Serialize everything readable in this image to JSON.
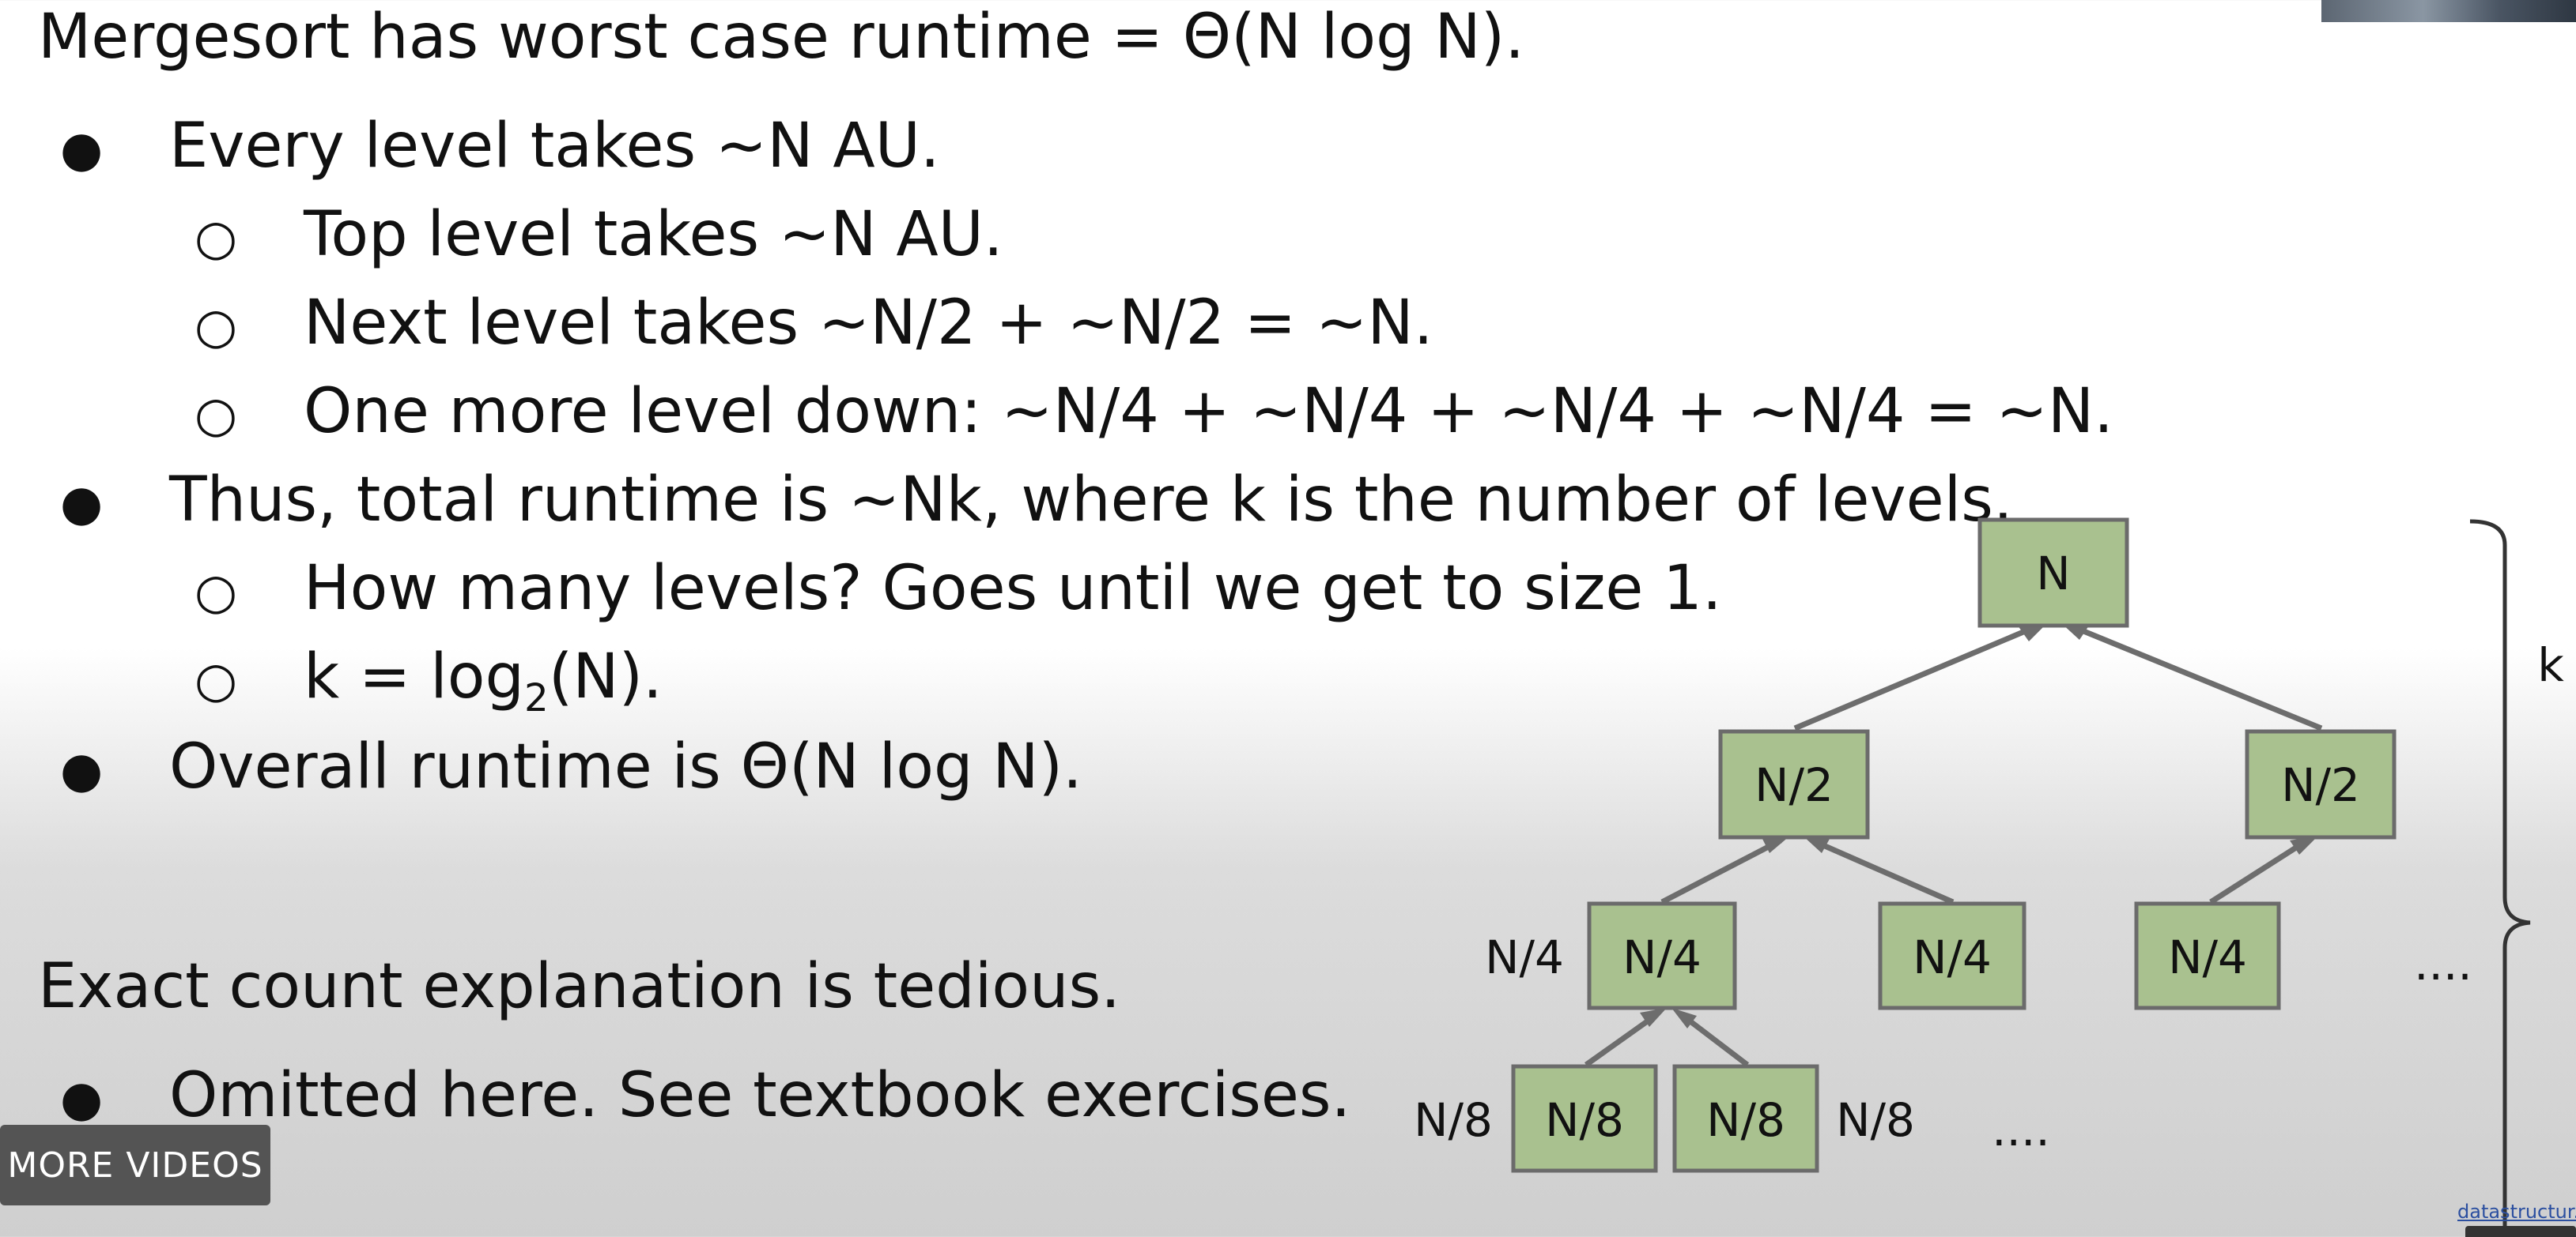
{
  "slide": {
    "title": "Mergesort has worst case runtime =  Θ(N log N).",
    "bullet_char": "●",
    "sub_bullet_char": "○",
    "b1": "Every level takes ~N AU.",
    "b1_1": "Top level takes ~N AU.",
    "b1_2": "Next level takes ~N/2 + ~N/2 = ~N.",
    "b1_3": "One more level down: ~N/4 + ~N/4 + ~N/4 + ~N/4 = ~N.",
    "b2": "Thus, total runtime is ~Nk, where k is the number of levels.",
    "b2_1": "How many levels? Goes until we get to size 1.",
    "b2_2_pre": "k = log",
    "b2_2_sub": "2",
    "b2_2_post": "(N).",
    "b3": "Overall runtime is Θ(N log N).",
    "section2": "Exact count explanation is tedious.",
    "b4": "Omitted here. See textbook exercises."
  },
  "tree": {
    "root": "N",
    "level1": [
      "N/2",
      "N/2"
    ],
    "level2": [
      "N/4",
      "N/4",
      "N/4"
    ],
    "level3": [
      "N/8",
      "N/8"
    ],
    "left_label_l2": "N/4",
    "left_label_l3": "N/8",
    "right_label_l3": "N/8",
    "ellipsis_l2": "....",
    "ellipsis_l3": "....",
    "brace_label": "k"
  },
  "ui": {
    "more_videos": "MORE VIDEOS",
    "watermark": "datastructur..."
  },
  "colors": {
    "node_fill": "#a9c18f",
    "node_stroke": "#6b6b6b",
    "edge": "#6d6d6d",
    "button_bg": "#545454"
  }
}
